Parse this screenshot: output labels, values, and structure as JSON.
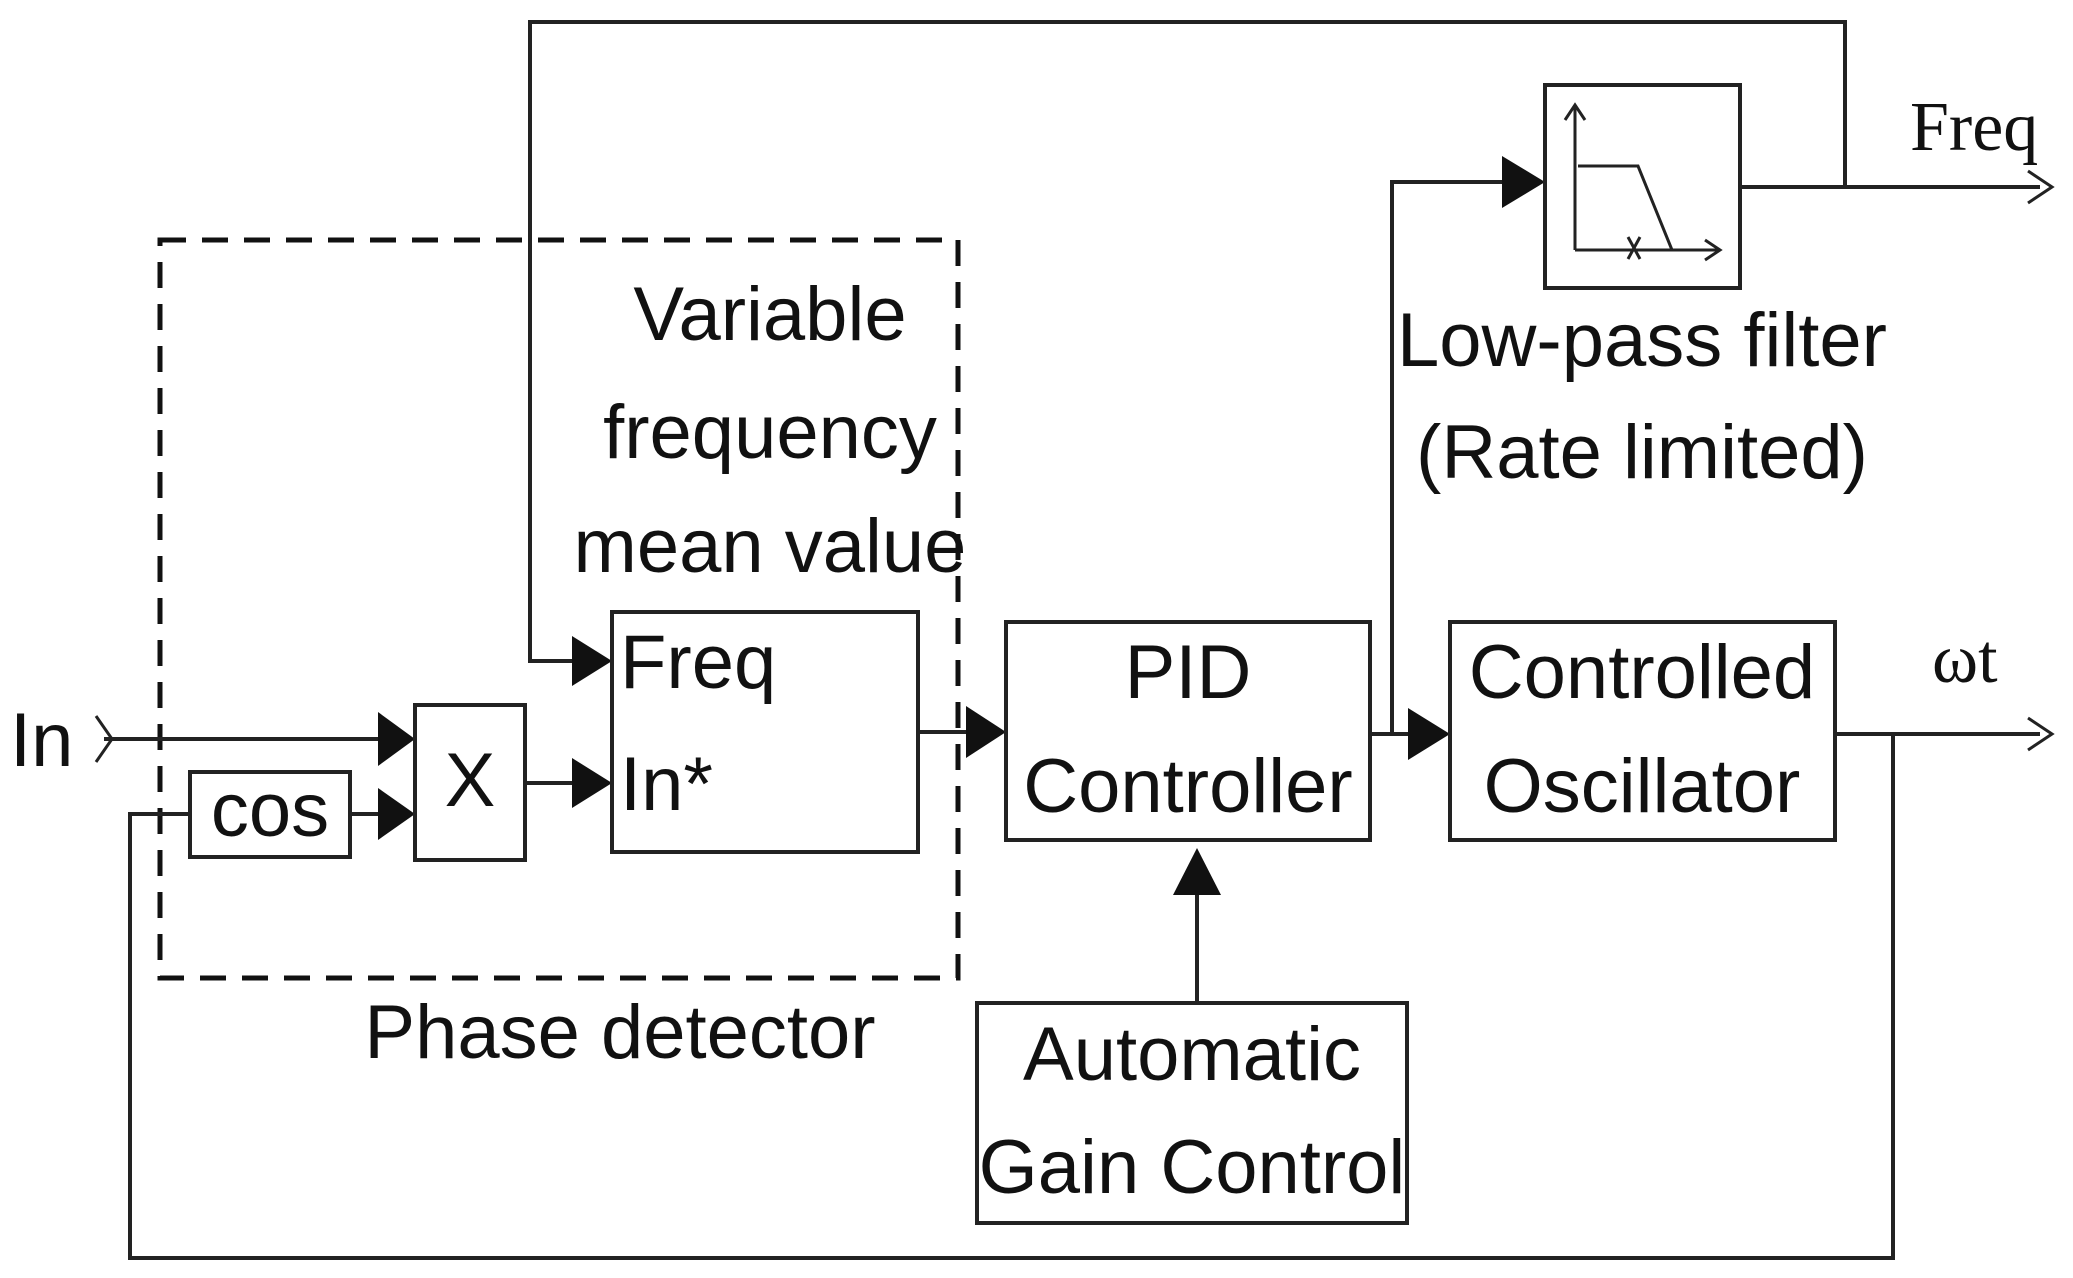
{
  "inputs": {
    "in": "In"
  },
  "outputs": {
    "freq": "Freq",
    "omega_t": "ωt"
  },
  "phase_detector": {
    "label": "Phase detector",
    "cos_block": "cos",
    "multiplier": "X",
    "mean_value": {
      "title_lines": [
        "Variable",
        "frequency",
        "mean value"
      ],
      "port_freq": "Freq",
      "port_in": "In*"
    }
  },
  "pid": {
    "lines": [
      "PID",
      "Controller"
    ]
  },
  "oscillator": {
    "lines": [
      "Controlled",
      "Oscillator"
    ]
  },
  "agc": {
    "lines": [
      "Automatic",
      "Gain Control"
    ]
  },
  "low_pass": {
    "lines": [
      "Low-pass filter",
      "(Rate limited)"
    ],
    "icon": "low-pass-response-icon"
  }
}
